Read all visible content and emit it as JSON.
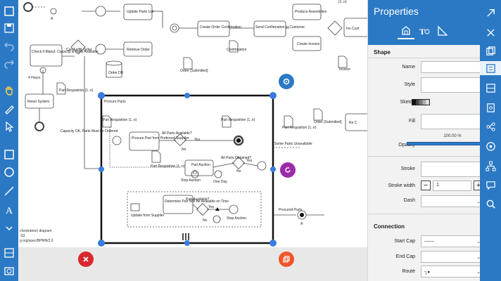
{
  "panel": {
    "title": "Properties",
    "tabs": [
      "shape-tab-icon",
      "text-tab-icon",
      "measure-tab-icon"
    ],
    "shape_section": "Shape",
    "name_label": "Name",
    "name_value": "",
    "style_label": "Style",
    "style_value": "",
    "sketch_label": "Sketch",
    "fill_label": "Fill",
    "fill_value": "",
    "opacity_label": "Opacity",
    "opacity_value": "100.00 %",
    "opacity_fraction": 1.0,
    "stroke_label": "Stroke",
    "stroke_width_label": "Stroke width",
    "stroke_width_value": "1",
    "stroke_width_minus": "−",
    "stroke_width_plus": "+",
    "dash_label": "Dash",
    "connection_section": "Connection",
    "start_cap_label": "Start Cap",
    "start_cap_value": "——",
    "end_cap_label": "End Cap",
    "end_cap_value": "",
    "route_label": "Route",
    "route_value": "┐▸"
  },
  "diagram": {
    "labels": {
      "a_top": "A",
      "update_parts_list": "Update Parts List",
      "retrieve_order": "Retrieve Order",
      "order_db": "Order DB",
      "create_order_confirmation": "Create Order Confirmation",
      "confirmation": "Confirmation",
      "send_confirmation": "Send Confirmation to Customer",
      "produce_assemblies": "Produce Assemblies",
      "create_invoice": "Create Invoice",
      "invoice": "Invoice",
      "inv_cust": "Inv Cust",
      "order_submitted_1": "Order [Submitted]",
      "order_submitted_2": "Order [Submitted]",
      "one_n_top": "(1..n)",
      "check_manuf": "Check if Manuf. Capacity & Parts Available",
      "can_fulfill": "Can Fulfill Order",
      "four_hours": "4 Hours",
      "part_req_1": "Part Requisition (1..n)",
      "reset_system": "Reset System",
      "capacity_ok": "Capacity OK, Parts Must be Ordered",
      "procure_parts": "Procure Parts",
      "part_req_2": "Part Requisition (1..n)",
      "part_req_3": "Part Requisition (1..n)",
      "part_req_4": "Part Requisition (1..n)",
      "part_req_5": "Part Requisition (1..n)",
      "part_req_6": "Part Requisition (1..n)",
      "procure_from_supplier": "Procure Part from Preferred Supplier",
      "all_parts_avail": "All Parts Available?",
      "yes_1": "Yes",
      "no_1": "No",
      "part_auction": "Part Auction",
      "all_parts_obtained": "All Parts Obtained?",
      "yes_2": "Yes",
      "no_2": "No",
      "stop_auction_1": "Stop Auction",
      "one_day": "One Day",
      "update_from_supplier": "Update from Supplier",
      "determine_part": "Determine Part Will Be Available on Time",
      "part_available": "Part Available?",
      "yes_3": "Yes",
      "no_3": "No",
      "stop_auction_2": "Stop Auction",
      "some_parts_unavailable": "Some Parts Unavailable",
      "procured_parts": "Procured Parts",
      "a_bottom": "A",
      "ret": "Re C"
    },
    "footnote_1": "chestration) diagram",
    "footnote_2": "-03",
    "footnote_3": "g.org/spec/BPMN/2.0"
  },
  "colors": {
    "accent": "#2b79c5",
    "selection_handle": "#3a7be0",
    "delete_fab": "#d9282f",
    "copy_fab": "#f0562a",
    "gear_fab": "#2b79c5",
    "rotate_fab": "#9b2aa8"
  },
  "left_toolbar": [
    "expand-icon",
    "save-icon",
    "undo-icon",
    "redo-icon",
    "pan-hand-icon",
    "pen-icon",
    "pointer-icon",
    "rectangle-icon",
    "ellipse-icon",
    "line-icon",
    "text-icon",
    "more-chevron-icon",
    "grid-icon",
    "camera-icon"
  ],
  "right_toolbar": [
    "close-icon",
    "copy-pages-icon",
    "properties-icon",
    "layers-icon",
    "page-settings-icon",
    "share-nodes-icon",
    "shapes-palette-icon",
    "hierarchy-icon",
    "comment-icon",
    "search-icon"
  ]
}
